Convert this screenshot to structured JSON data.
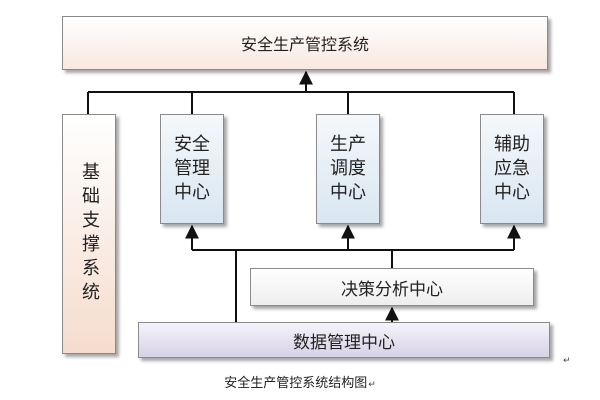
{
  "diagram": {
    "top_label": "安全生产管控系统",
    "base_label": "基础支撑系统",
    "center_safety": "安全管理中心",
    "center_dispatch": "生产调度中心",
    "center_emergency": "辅助应急中心",
    "decision_center": "决策分析中心",
    "data_center": "数据管理中心"
  },
  "caption": "安全生产管控系统结构图",
  "paragraph_mark": "↵"
}
